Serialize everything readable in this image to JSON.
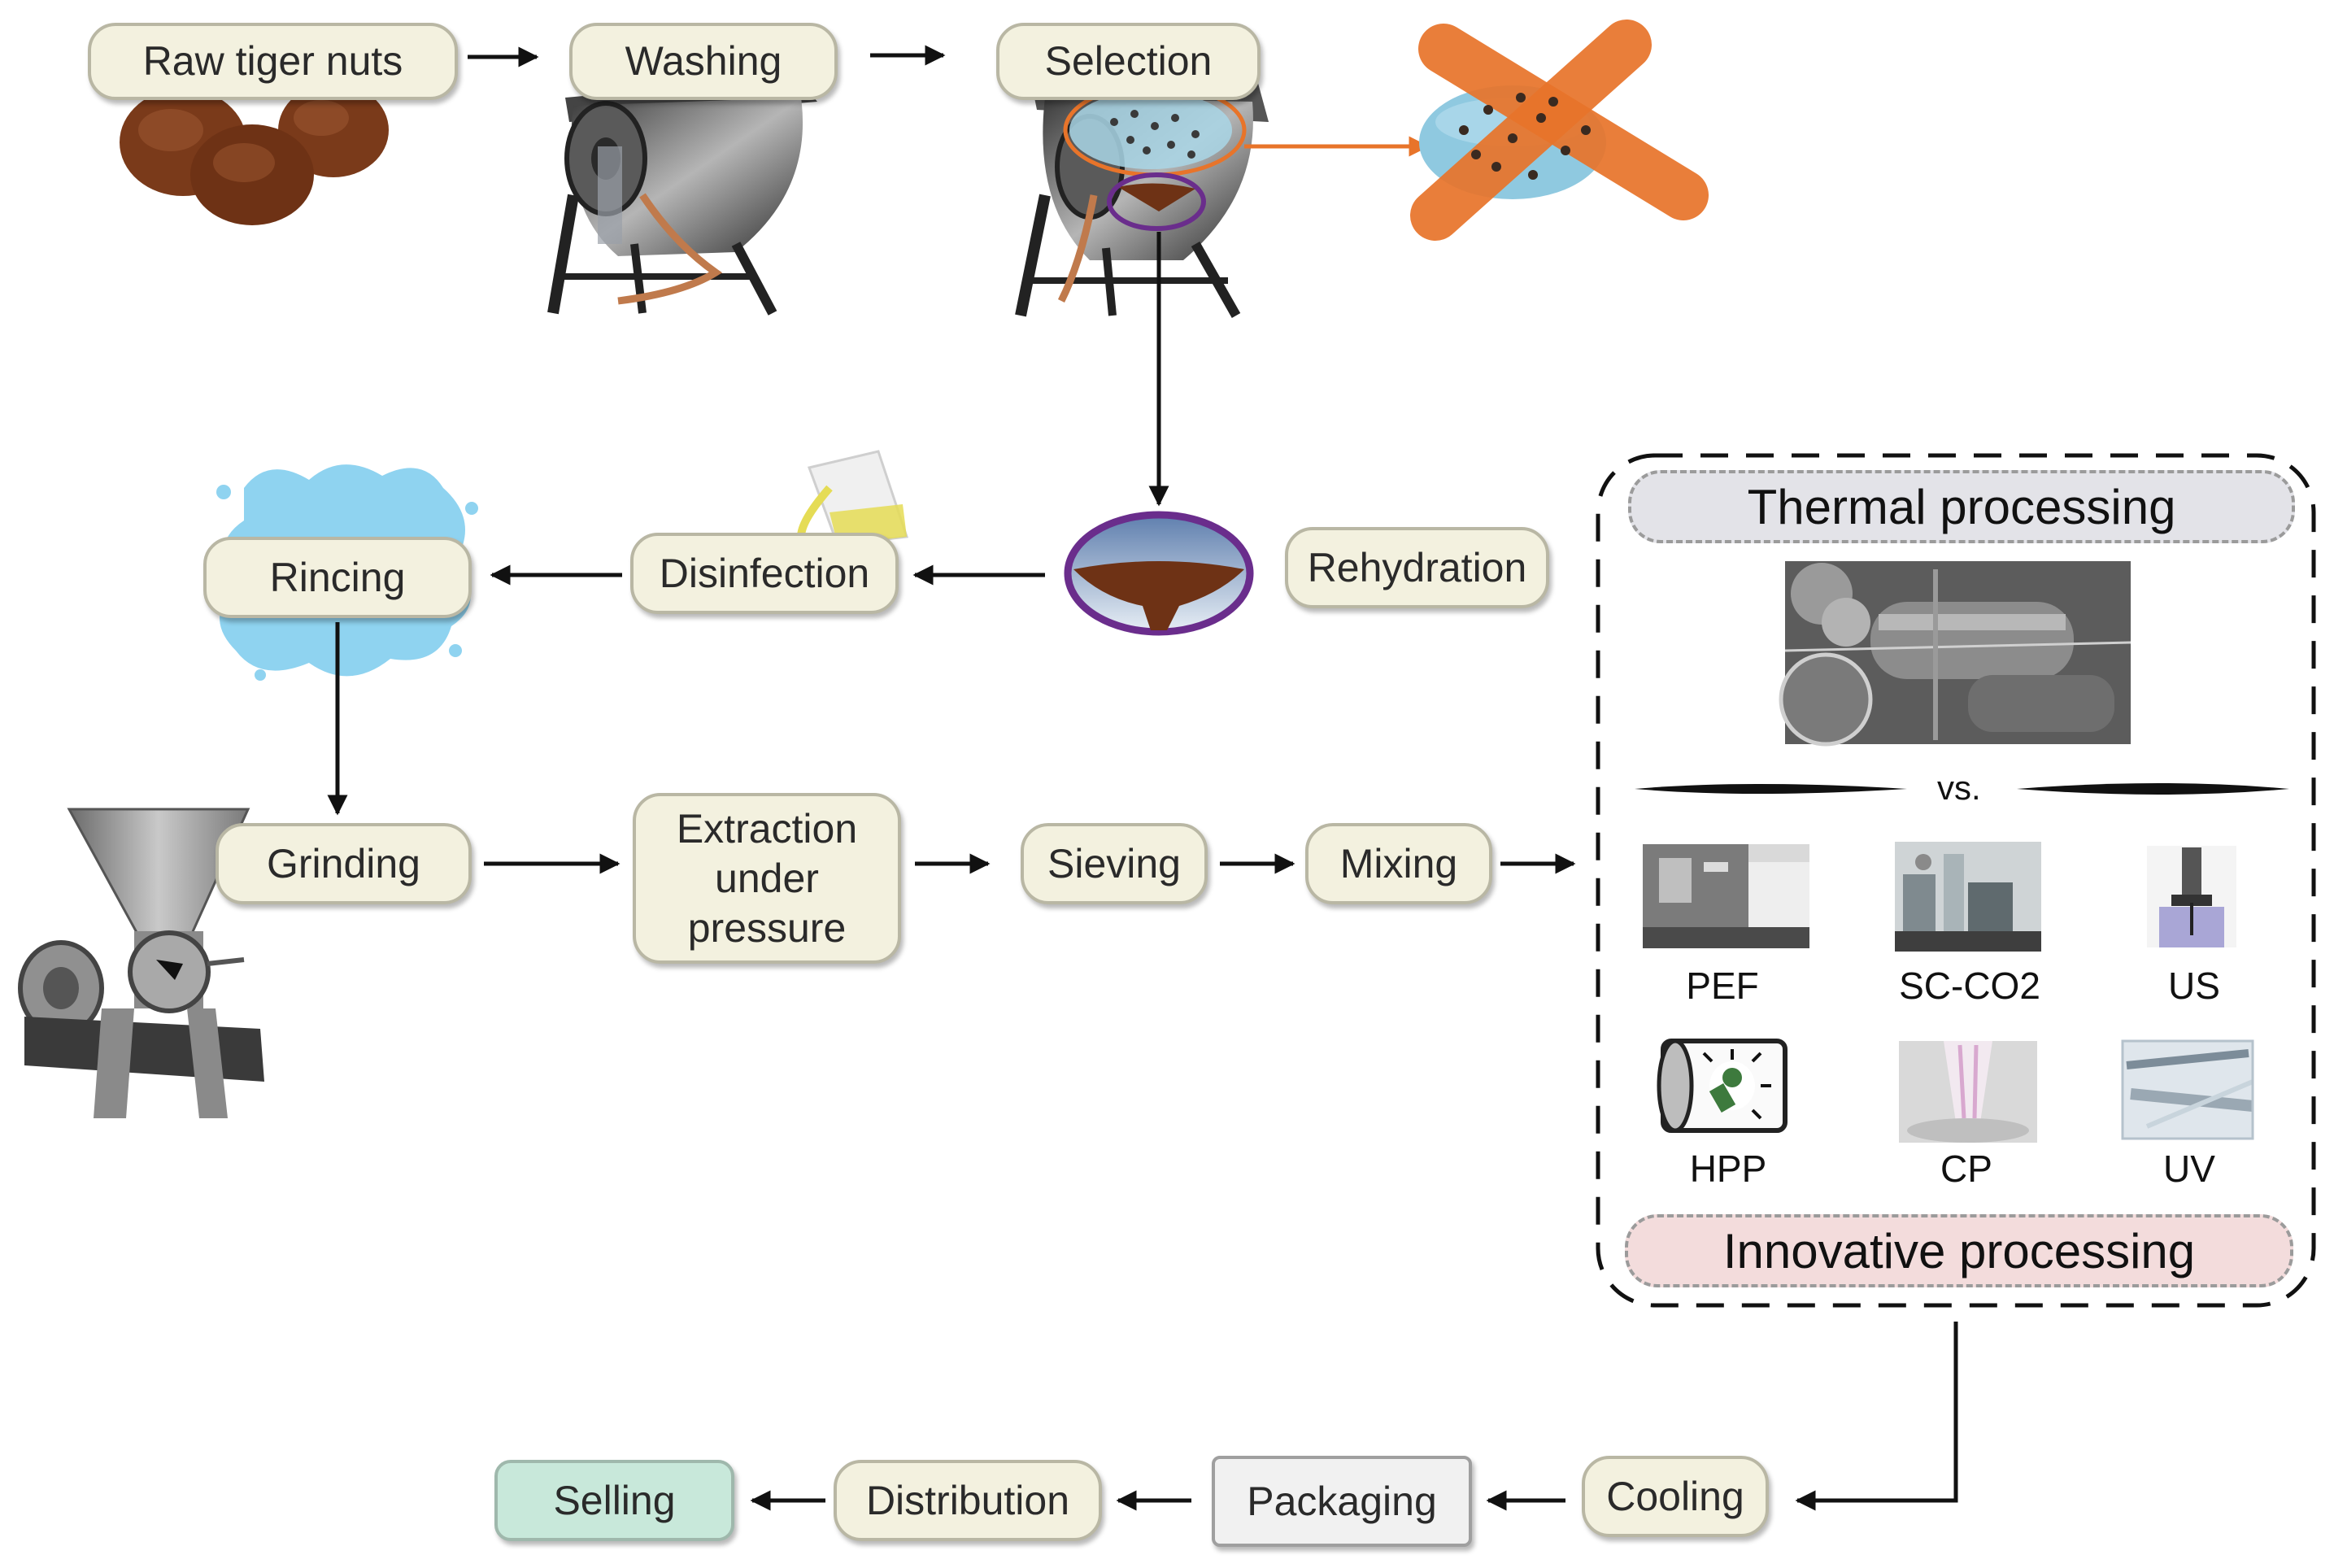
{
  "steps": {
    "raw": "Raw tiger nuts",
    "washing": "Washing",
    "selection": "Selection",
    "rehydration": "Rehydration",
    "disinfection": "Disinfection",
    "rincing": "Rincing",
    "grinding": "Grinding",
    "extraction": [
      "Extraction",
      "under",
      "pressure"
    ],
    "sieving": "Sieving",
    "mixing": "Mixing",
    "cooling": "Cooling",
    "packaging": "Packaging",
    "distribution": "Distribution",
    "selling": "Selling"
  },
  "processing": {
    "thermal": "Thermal processing",
    "vs": "vs.",
    "innovative": "Innovative processing",
    "methods": [
      "PEF",
      "SC-CO2",
      "US",
      "HPP",
      "CP",
      "UV"
    ]
  },
  "colors": {
    "box_fill": "#f3f1df",
    "box_border": "#b9b7a4",
    "packaging_fill": "#f1f1f1",
    "selling_fill": "#c8e8da",
    "thermal_band": "#e3e3e8",
    "innovative_band": "#f3dcdc",
    "nut_brown": "#7a3a1a",
    "orange_cross": "#e8742a",
    "water_blue": "#8fd3f0",
    "purple_ring": "#6a2d8c"
  }
}
